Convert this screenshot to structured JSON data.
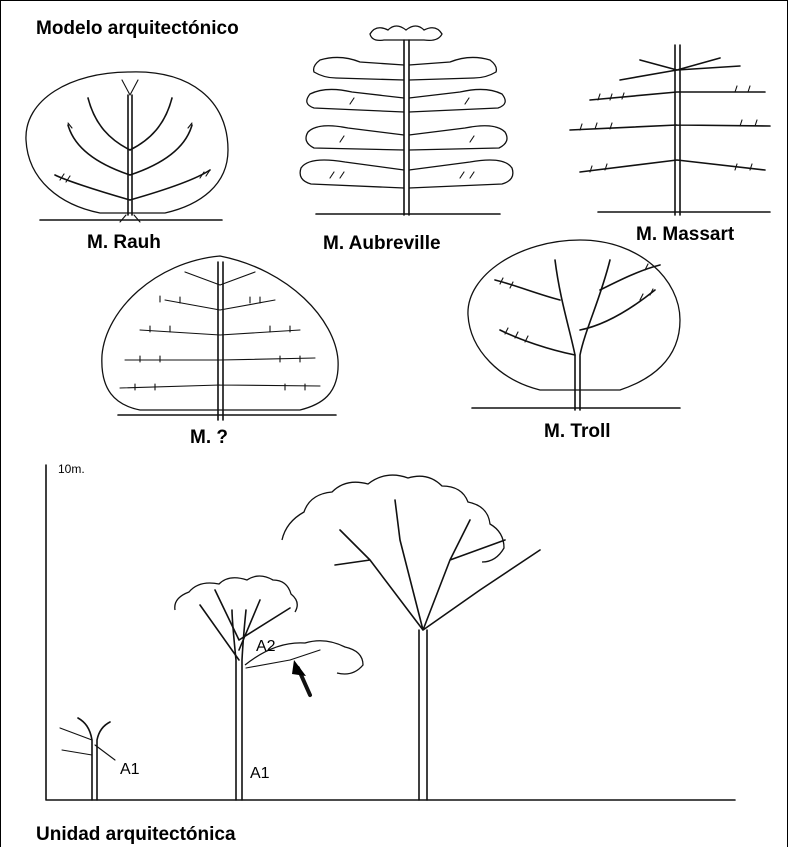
{
  "figure": {
    "title_top": "Modelo arquitectónico",
    "title_bottom": "Unidad arquitectónica"
  },
  "models": [
    {
      "label": "M. Rauh"
    },
    {
      "label": "M. Aubreville"
    },
    {
      "label": "M. Massart"
    },
    {
      "label": "M. ?"
    },
    {
      "label": "M. Troll"
    }
  ],
  "unit_diagram": {
    "scale_label": "10m.",
    "labels": {
      "a1_left": "A1",
      "a1_middle": "A1",
      "a2": "A2"
    }
  }
}
